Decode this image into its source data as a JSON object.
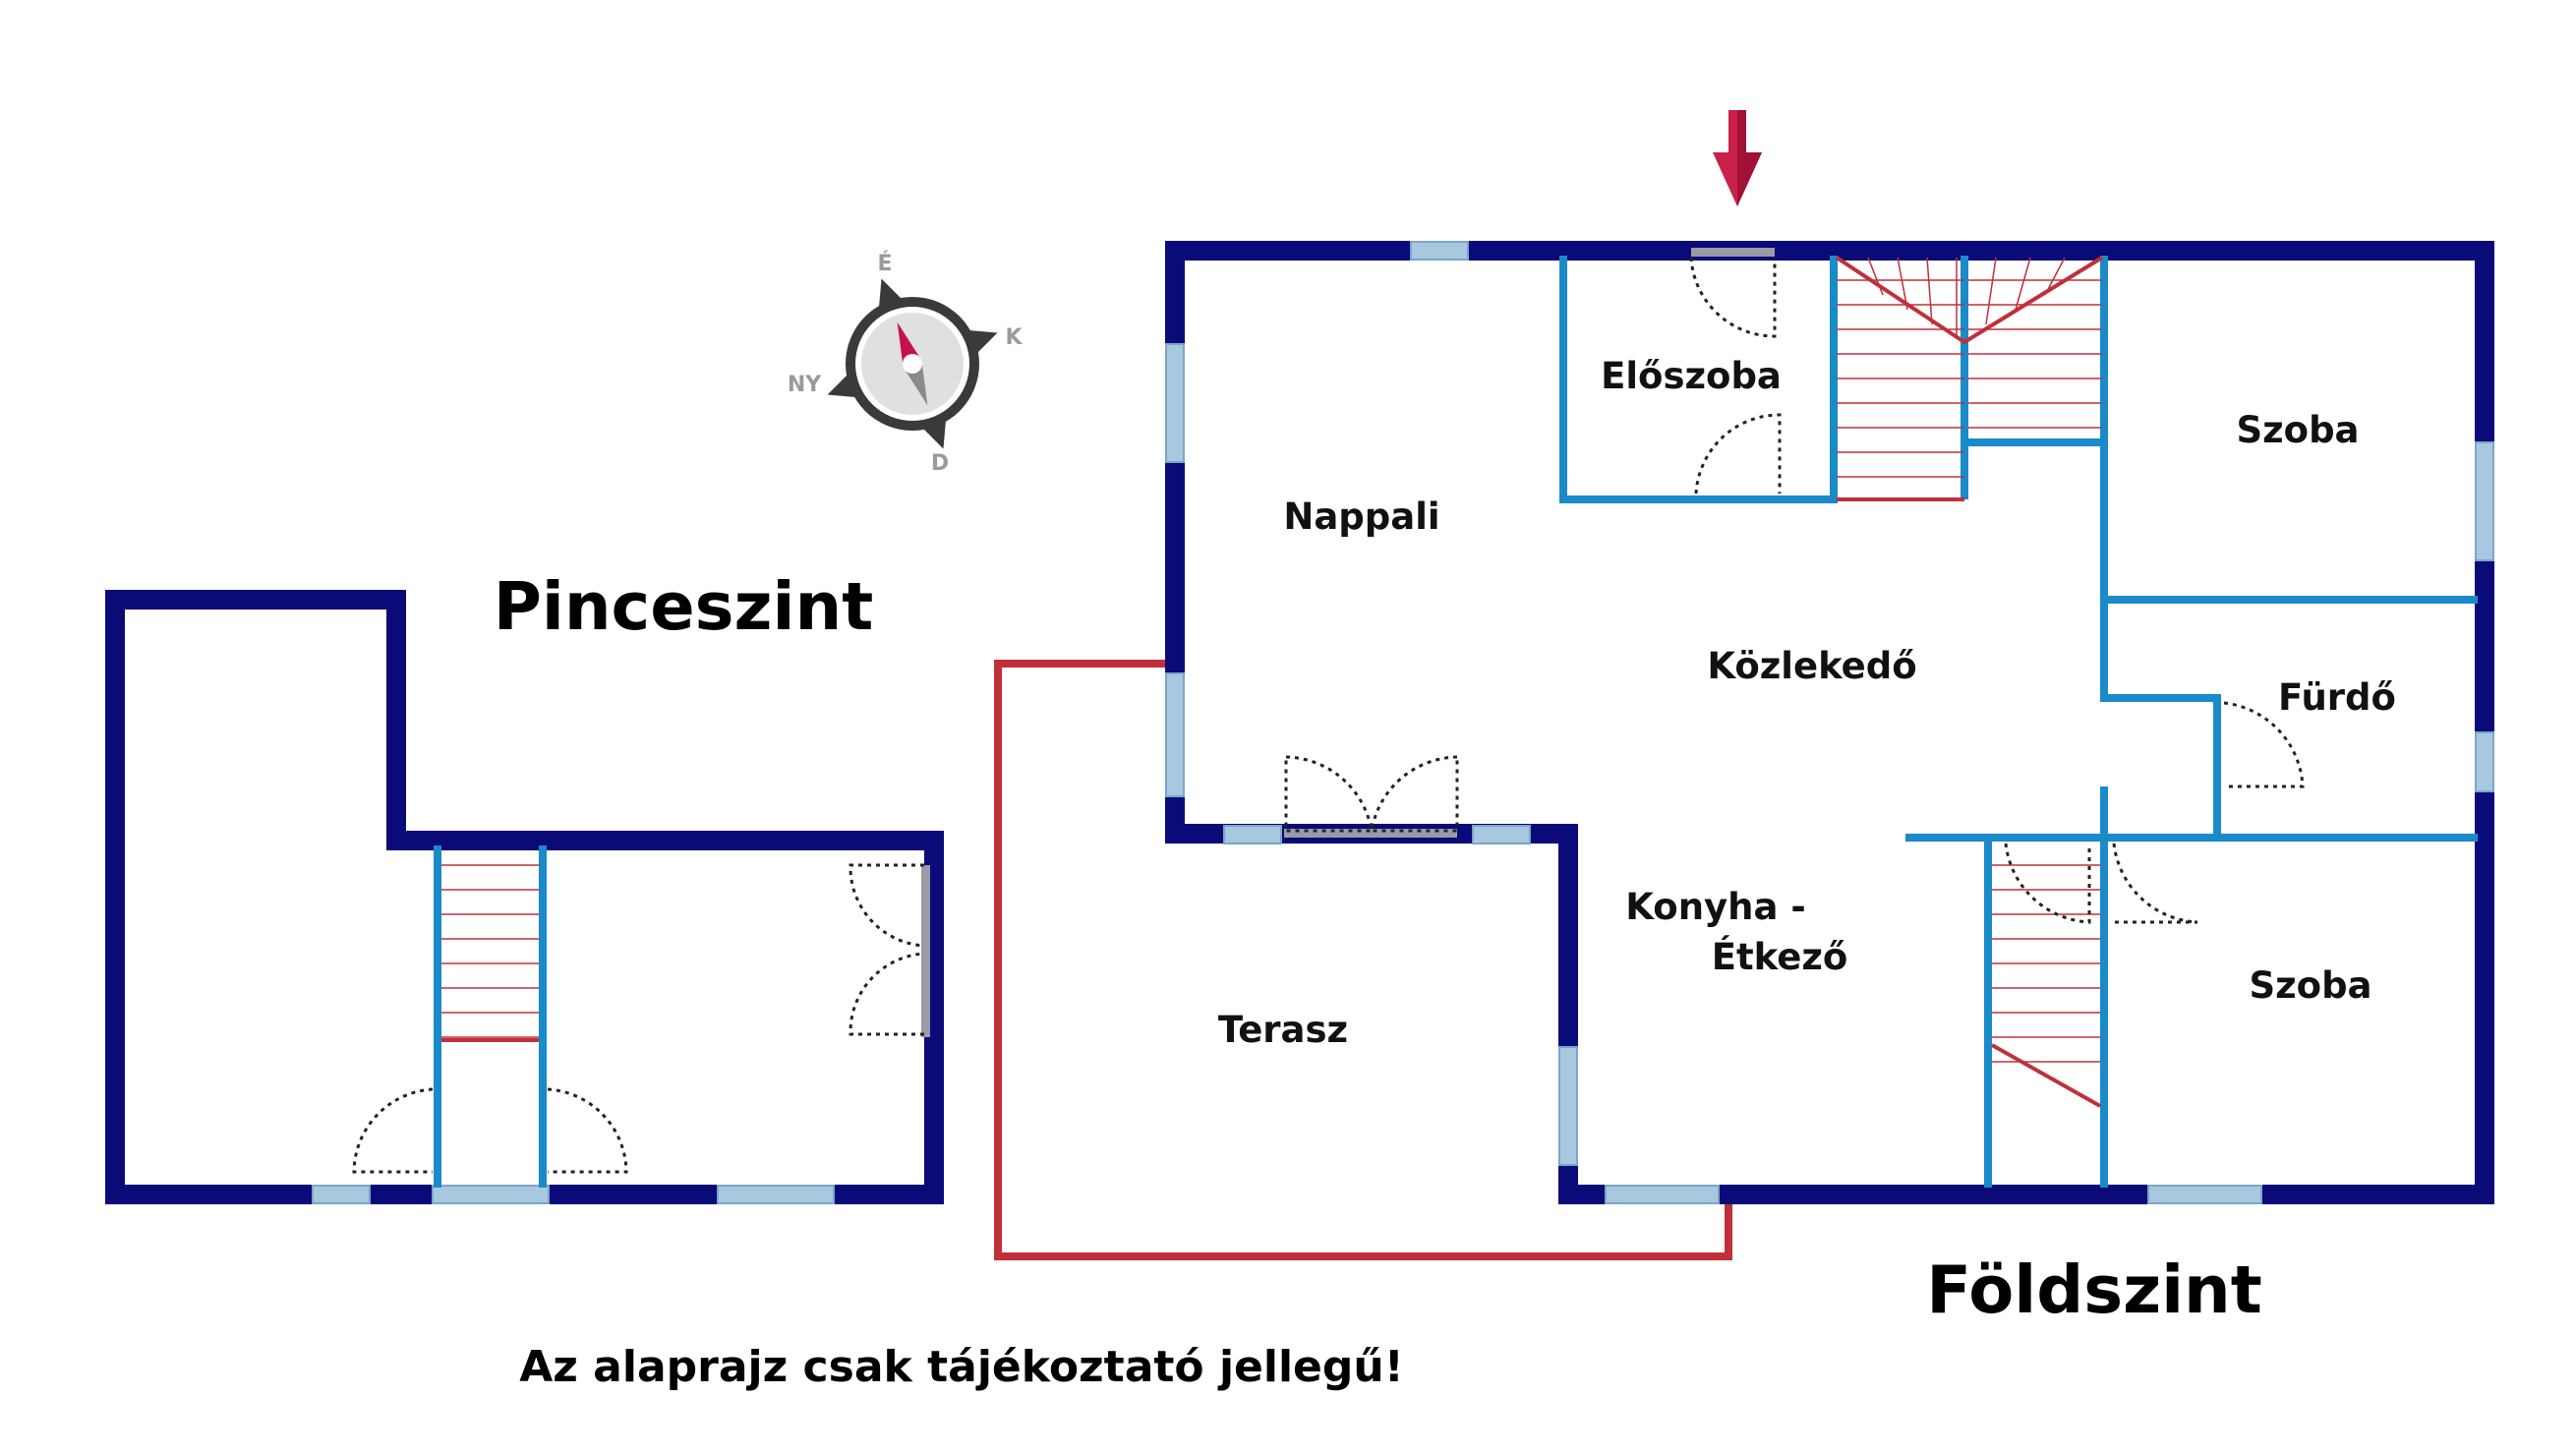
{
  "colors": {
    "outer_wall": "#0a0a78",
    "inner_wall": "#1a8ac8",
    "terrace_outline": "#c0303a",
    "stairs": "#c0303a",
    "window": "#a8c8e0",
    "door": "#222222",
    "entrance_arrow": "#c8204a",
    "compass_ring": "#3a3a3a",
    "compass_needle": "#c8104a"
  },
  "compass": {
    "north": "É",
    "east": "K",
    "south": "D",
    "west": "NY"
  },
  "floors": {
    "basement_title": "Pinceszint",
    "ground_title": "Földszint"
  },
  "rooms": {
    "nappali": "Nappali",
    "eloszoba": "Előszoba",
    "szoba_1": "Szoba",
    "kozlekedo": "Közlekedő",
    "furdo": "Fürdő",
    "konyha_line1": "Konyha -",
    "konyha_line2": "Étkező",
    "szoba_2": "Szoba",
    "terasz": "Terasz"
  },
  "note": "Az alaprajz csak tájékoztató jellegű!",
  "icons": {
    "entrance": "entrance-arrow-icon",
    "compass": "compass-icon"
  }
}
